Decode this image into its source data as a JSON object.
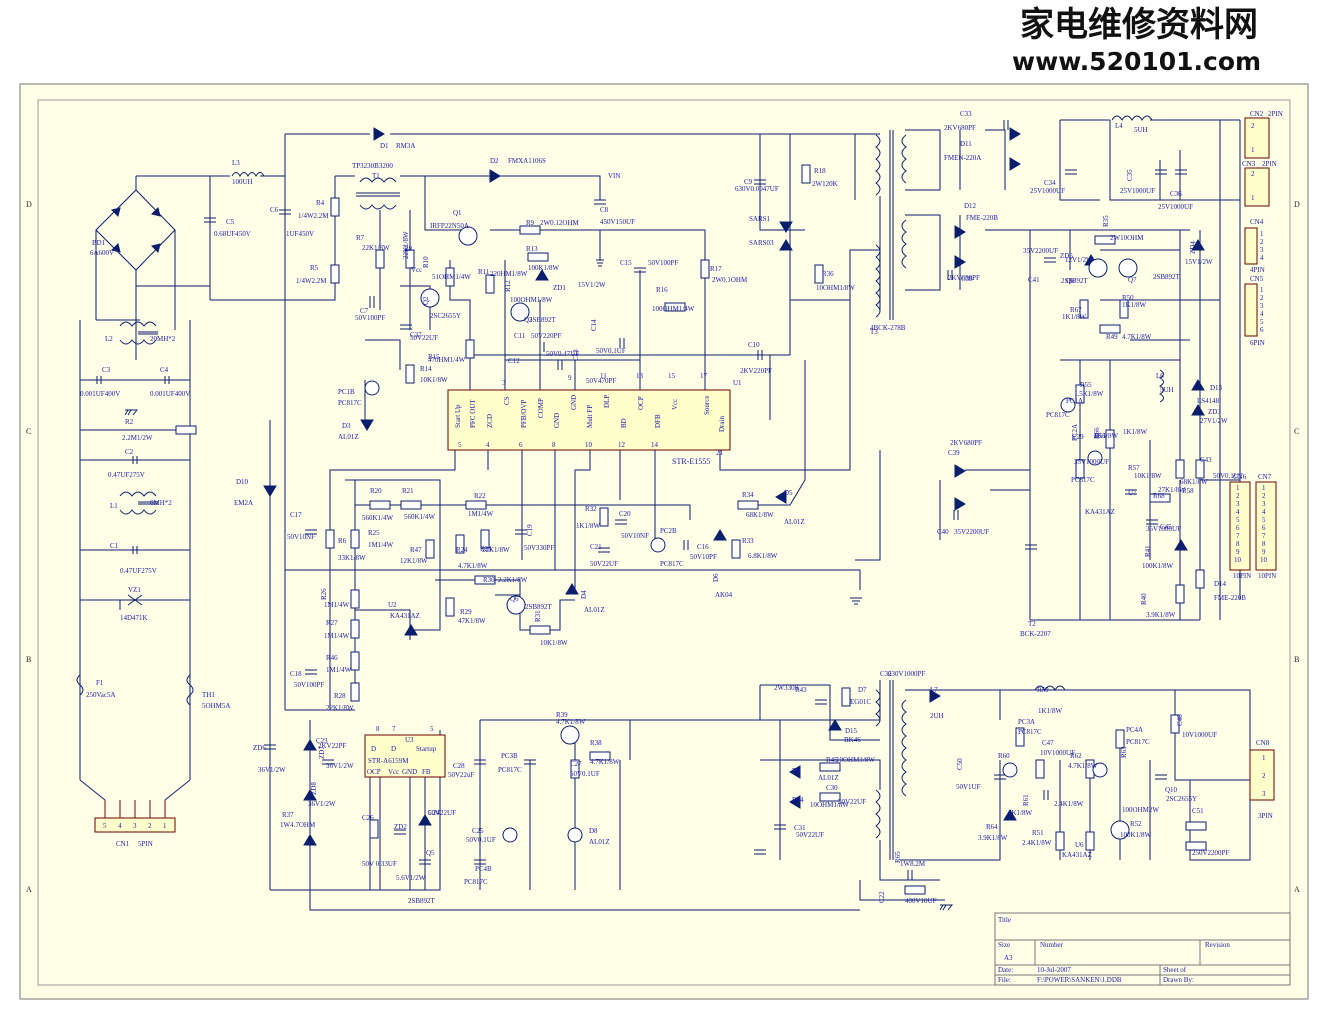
{
  "watermark": {
    "line1": "家电维修资料网",
    "line2": "www.520101.com"
  },
  "zones": {
    "left": [
      "D",
      "C",
      "B",
      "A"
    ],
    "right": [
      "D",
      "C",
      "B",
      "A"
    ]
  },
  "title_block": {
    "title_label": "Title",
    "size_label": "Size",
    "size_value": "A3",
    "number_label": "Number",
    "revision_label": "Revision",
    "date_label": "Date:",
    "date_value": "10-Jul-2007",
    "sheet_label": "Sheet    of",
    "file_label": "File:",
    "file_value": "F:\\POWER\\SANKEN\\1.DDB",
    "drawn_label": "Drawn By:"
  },
  "ics": {
    "u1": {
      "ref": "U1",
      "part": "STR-E1555",
      "pins": [
        "Start Up",
        "PFC OUT",
        "ZCD",
        "CS",
        "PFB/OVP",
        "COMP",
        "GND",
        "GND",
        "Mult FP",
        "DLP",
        "BD",
        "OCP",
        "DFB",
        "Vcc",
        "Source",
        "Drain"
      ],
      "nums": [
        "5",
        "4",
        "6",
        "8",
        "10",
        "12",
        "14",
        "21",
        "3",
        "11",
        "9",
        "13",
        "15",
        "17"
      ]
    },
    "u3": {
      "ref": "U3",
      "part": "STR-A6159M",
      "pins": [
        "D",
        "D",
        "Startup",
        "OCP",
        "Vcc",
        "GND",
        "FB"
      ],
      "nums": [
        "8",
        "7",
        "5"
      ]
    }
  },
  "connectors": {
    "cn1": {
      "ref": "CN1",
      "name": "5PIN",
      "pins": [
        "5",
        "4",
        "3",
        "2",
        "1"
      ]
    },
    "cn2": {
      "ref": "CN2",
      "name": "2PIN",
      "pins": [
        "2",
        "1"
      ]
    },
    "cn3": {
      "ref": "CN3",
      "name": "2PIN",
      "pins": [
        "2",
        "1"
      ]
    },
    "cn4": {
      "ref": "CN4",
      "name": "4PIN",
      "pins": [
        "1",
        "2",
        "3",
        "4"
      ]
    },
    "cn5": {
      "ref": "CN5",
      "name": "6PIN",
      "pins": [
        "1",
        "2",
        "3",
        "4",
        "5",
        "6"
      ]
    },
    "cn6": {
      "ref": "CN6",
      "name": "10PIN",
      "pins": [
        "1",
        "2",
        "3",
        "4",
        "5",
        "6",
        "7",
        "8",
        "9",
        "10"
      ]
    },
    "cn7": {
      "ref": "CN7",
      "name": "10PIN",
      "pins": [
        "1",
        "2",
        "3",
        "4",
        "5",
        "6",
        "7",
        "8",
        "9",
        "10"
      ]
    },
    "cn8": {
      "ref": "CN8",
      "name": "3PIN",
      "pins": [
        "1",
        "2",
        "3"
      ]
    }
  },
  "labels": [
    "L3",
    "100UH",
    "BD1",
    "6A600V",
    "C5",
    "0.68UF450V",
    "C6",
    "1UF450V",
    "R4",
    "1/4W2.2M",
    "R5",
    "1/4W2.2M",
    "D1",
    "RM3A",
    "TP3230B3200",
    "T1",
    "D2",
    "FMXA1106S",
    "VIN",
    "C8",
    "450V150UF",
    "R7",
    "22K1/8W",
    "R8",
    "22K1/8W",
    "Vcc",
    "Q2",
    "2SC2655Y",
    "C7",
    "50V100PF",
    "R10",
    "51OHM1/4W",
    "Q1",
    "IRFP22N50A",
    "R9",
    "2W0.12OHM",
    "R13",
    "100K1/8W",
    "ZD1",
    "15V1/2W",
    "R11",
    "220HM1/8W",
    "R12",
    "100OHM1/8W",
    "Q3",
    "2SB892T",
    "C15",
    "50V100PF",
    "R16",
    "100OHM1/4W",
    "R17",
    "2W0.1OHM",
    "C11",
    "50V220PF",
    "C12",
    "50V0.47UF",
    "C13",
    "50V470PF",
    "C14",
    "50V0.1UF",
    "C10",
    "2KV220PF",
    "R15",
    "470HM1/4W",
    "R14",
    "10K1/8W",
    "C37",
    "50V22UF",
    "PC1B",
    "PC817C",
    "D3",
    "AL01Z",
    "L2",
    "20MH*2",
    "C3",
    "0.001UF400V",
    "C4",
    "0.001UF400V",
    "R2",
    "2.2M1/2W",
    "C2",
    "0.47UF275V",
    "L1",
    "6MH*2",
    "C1",
    "0.47UF275V",
    "VZ1",
    "14D471K",
    "F1",
    "250Vac5A",
    "TH1",
    "5OHM5A",
    "D10",
    "EM2A",
    "C17",
    "50V10NF",
    "R6",
    "33K1/8W",
    "R20",
    "560K1/4W",
    "R21",
    "560K1/4W",
    "R22",
    "1M1/4W",
    "R25",
    "1M1/4W",
    "C19",
    "50V330PF",
    "R23",
    "22K1/8W",
    "R24",
    "4.7K1/8W",
    "R47",
    "12K1/8W",
    "R30",
    "2.2K1/8W",
    "R29",
    "47K1/8W",
    "Q6",
    "2SB892T",
    "R31",
    "10K1/8W",
    "D4",
    "AL01Z",
    "R32",
    "1K1/8W",
    "C20",
    "50V10NF",
    "C21",
    "50V22UF",
    "PC2B",
    "PC817C",
    "C16",
    "50V10PF",
    "R33",
    "6.8K1/8W",
    "R34",
    "68K1/8W",
    "D5",
    "AL01Z",
    "D6",
    "AK04",
    "R26",
    "1M1/4W",
    "R27",
    "1M1/4W",
    "R46",
    "1M1/4W",
    "U2",
    "KA431AZ",
    "C18",
    "50V100PF",
    "R28",
    "22K1/8W",
    "C9",
    "630V0.0047UF",
    "R18",
    "2W120K",
    "SARS1",
    "SARS03",
    "R36",
    "10OHM1/8W",
    "T3",
    "4BCK-278B",
    "C33",
    "2KV680PF",
    "D11",
    "FMEN-220A",
    "L4",
    "5UH",
    "C34",
    "25V1000UF",
    "C35",
    "25V1000UF",
    "C36",
    "25V1000UF",
    "D12",
    "FME-220B",
    "C38",
    "2KV680PF",
    "C41",
    "35V2200UF",
    "ZD5",
    "12V1/2W",
    "R35",
    "2W10OHM",
    "ZD4",
    "15V1/2W",
    "Q8",
    "2SB892T",
    "Q7",
    "2SB892T",
    "R50",
    "1K1/8W",
    "R67",
    "1K1/8W",
    "R49",
    "4.7K1/8W",
    "L6",
    "5UH",
    "D13",
    "LS4148",
    "ZD3",
    "27V1/2W",
    "R55",
    "1.5K1/8W",
    "PC1A",
    "PC817C",
    "R56",
    "1K1/8W",
    "PC2A",
    "PC817C",
    "R66",
    "1K1/8W",
    "C29",
    "35V1000UF",
    "R57",
    "10K1/8W",
    "R68",
    "27K1/8W",
    "R58",
    "68K1/8W",
    "C43",
    "50V0.1UF",
    "C45",
    "35V1000UF",
    "U7",
    "KA431AZ",
    "R41",
    "100K1/8W",
    "R40",
    "3.9K1/8W",
    "D14",
    "FME-220B",
    "C39",
    "2KV680PF",
    "C40",
    "35V2200UF",
    "T2",
    "BCK-2207",
    "C32",
    "630V1000PF",
    "R43",
    "2W330K",
    "D7",
    "EG01C",
    "D15",
    "RK46",
    "L7",
    "2UH",
    "R59",
    "1K1/8W",
    "PC3A",
    "PC817C",
    "R60",
    "1K1/8W",
    "C47",
    "10V1000UF",
    "C50",
    "50V1UF",
    "R61",
    "2.4K1/8W",
    "R62",
    "4.7K1/8W",
    "PC4A",
    "PC817C",
    "R63",
    "100OHM2W",
    "C48",
    "10V1000UF",
    "Q10",
    "2SC2655Y",
    "R52",
    "100K1/8W",
    "R51",
    "2.4K1/8W",
    "U6",
    "KA431AZ",
    "R64",
    "3.9K1/8W",
    "C51",
    "250V2200PF",
    "R65",
    "1W8.2M",
    "C22",
    "400V10UF",
    "ZD6",
    "36V1/2W",
    "C23",
    "2KV22PF",
    "ZD7",
    "36V1/2W",
    "ZD8",
    "36V1/2W",
    "R37",
    "1W4.7OHM",
    "C26",
    "50V 0.33UF",
    "ZD2",
    "5.6V1/2W",
    "C24",
    "50V22UF",
    "Q5",
    "2SB892T",
    "R39",
    "4.7K1/8W",
    "R38",
    "4.7K1/8W",
    "C27",
    "50V0.1UF",
    "C28",
    "50V22uF",
    "PC3B",
    "PC817C",
    "C25",
    "50V0.1UF",
    "PC4B",
    "PC817C",
    "D8",
    "AL01Z",
    "D9",
    "AL01Z",
    "R44",
    "10OHM1/8W",
    "R45",
    "10OHM1/8W",
    "C30",
    "50V22UF",
    "C31",
    "50V22UF"
  ]
}
